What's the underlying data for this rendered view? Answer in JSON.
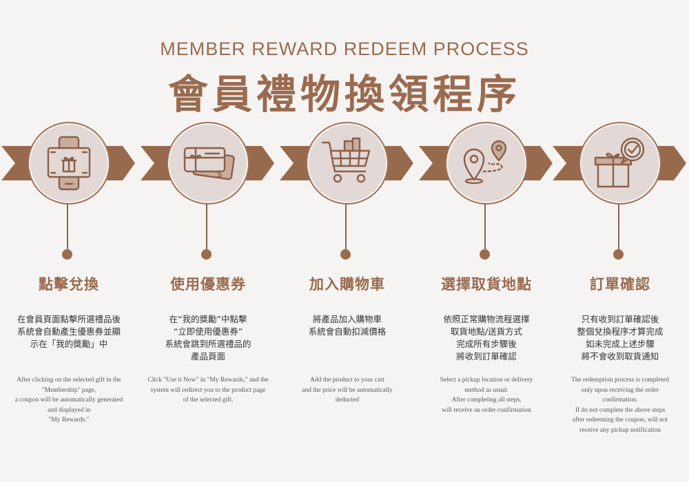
{
  "header": {
    "title_en": "MEMBER REWARD REDEEM PROCESS",
    "title_zh": "會員禮物換領程序"
  },
  "colors": {
    "brown": "#9a6b4f",
    "circle_bg": "#e2d8d6",
    "page_bg": "#f5f4f3"
  },
  "steps": [
    {
      "icon": "phone-gift-icon",
      "title": "點擊兌換",
      "zh": "在會員頁面點擊所選禮品後\n系統會自動產生優惠券並顯\n示在「我的獎勵」中",
      "en": "After clicking on the selected gift in the\n\"Membership\" page,\na coupon will be automatically generated\nand displayed in\n\"My Rewards.\""
    },
    {
      "icon": "gift-card-icon",
      "title": "使用優惠券",
      "zh": "在“我的獎勵”中點擊\n“立即使用優惠券”\n系統會跳到所選禮品的\n產品頁面",
      "en": "Click \"Use it Now\" in \"My Rewards,\" and the\nsystem will redirect you to the product page\nof the selected gift."
    },
    {
      "icon": "shopping-cart-icon",
      "title": "加入購物車",
      "zh": "將產品加入購物車\n系統會自動扣減價格",
      "en": "Add the product to your cart\nand the price will be automatically\ndeducted"
    },
    {
      "icon": "pickup-location-icon",
      "title": "選擇取貨地點",
      "zh": "依照正常購物流程選擇\n取貨地點/送貨方式\n完成所有步驟後\n將收到訂單確認",
      "en": "Select a pickup location or delivery\nmethod as usual.\nAfter completing all steps,\nwill receive an order confirmation"
    },
    {
      "icon": "gift-check-icon",
      "title": "訂單確認",
      "zh": "只有收到訂單確認後\n整個兌換程序才算完成\n如未完成上述步驟\n將不會收到取貨通知",
      "en": "The redemption process is completed\nonly upon receiving the order\nconfirmation.\nIf do not complete the above steps\nafter redeeming the coupon, will not\nreceive any pickup notification"
    }
  ]
}
